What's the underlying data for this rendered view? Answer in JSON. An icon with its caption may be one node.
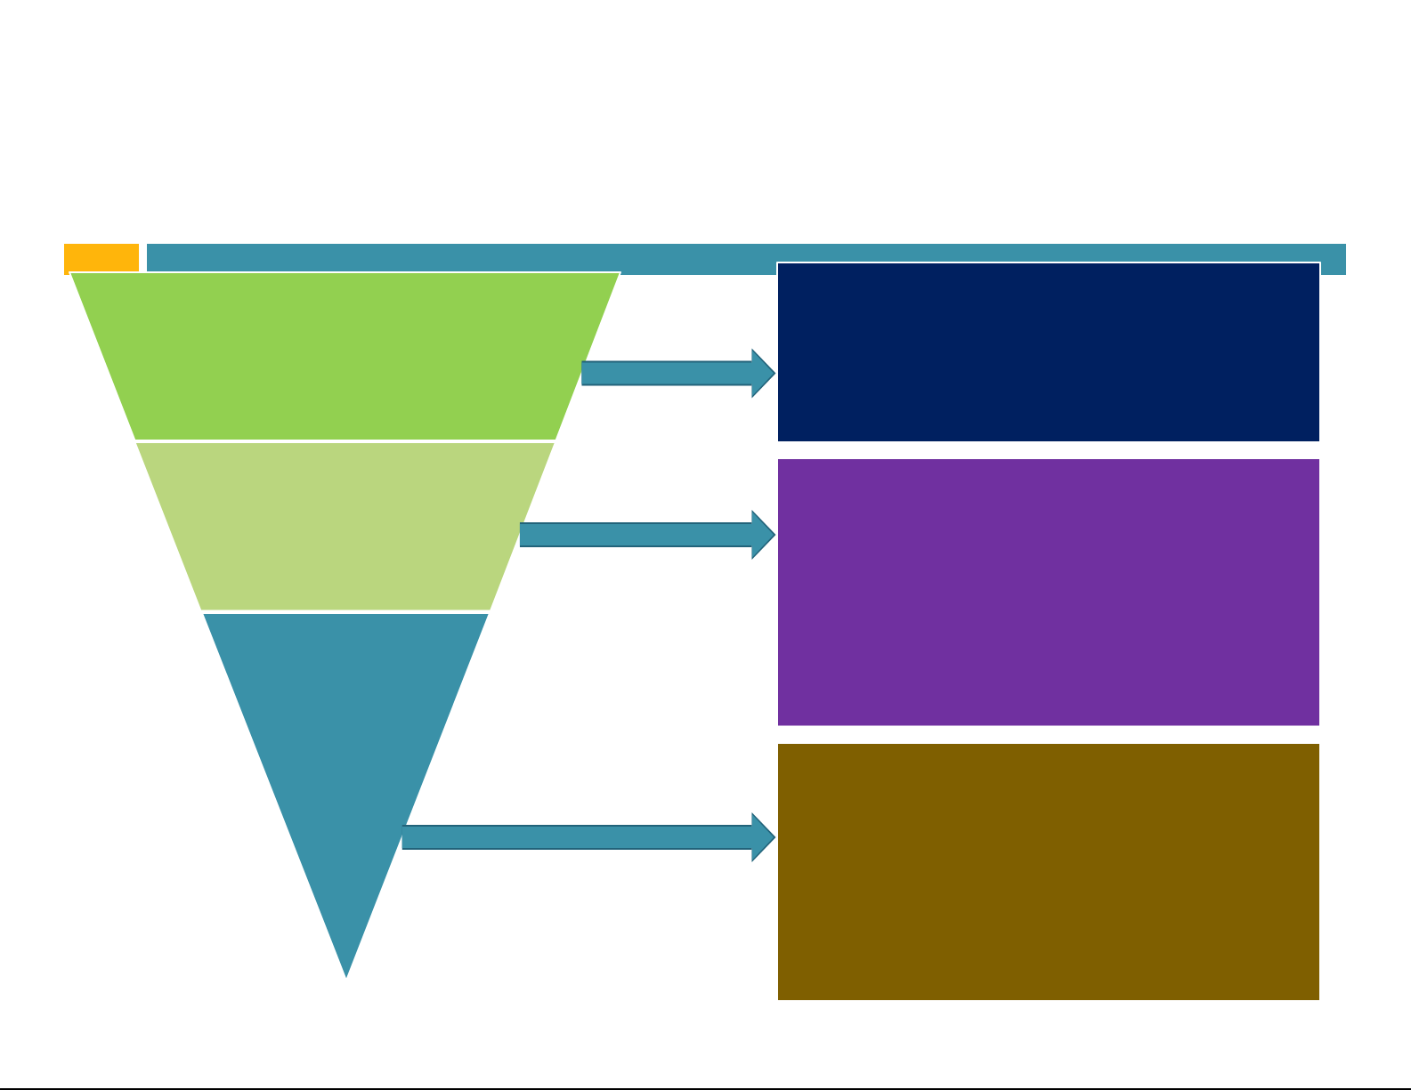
{
  "diagram": {
    "nodes": [
      {
        "text": [],
        "shape": "trapezoid"
      },
      {
        "text": [],
        "shape": "trapezoid"
      },
      {
        "text": [],
        "shape": "triangle"
      },
      {
        "text": [],
        "shape": "box"
      },
      {
        "text": [],
        "shape": "box"
      },
      {
        "text": [],
        "shape": "box"
      }
    ],
    "edges": [
      {
        "from": 0,
        "to": 3,
        "arrow": "to"
      },
      {
        "from": 1,
        "to": 4,
        "arrow": "to"
      },
      {
        "from": 2,
        "to": 5,
        "arrow": "to"
      }
    ]
  }
}
